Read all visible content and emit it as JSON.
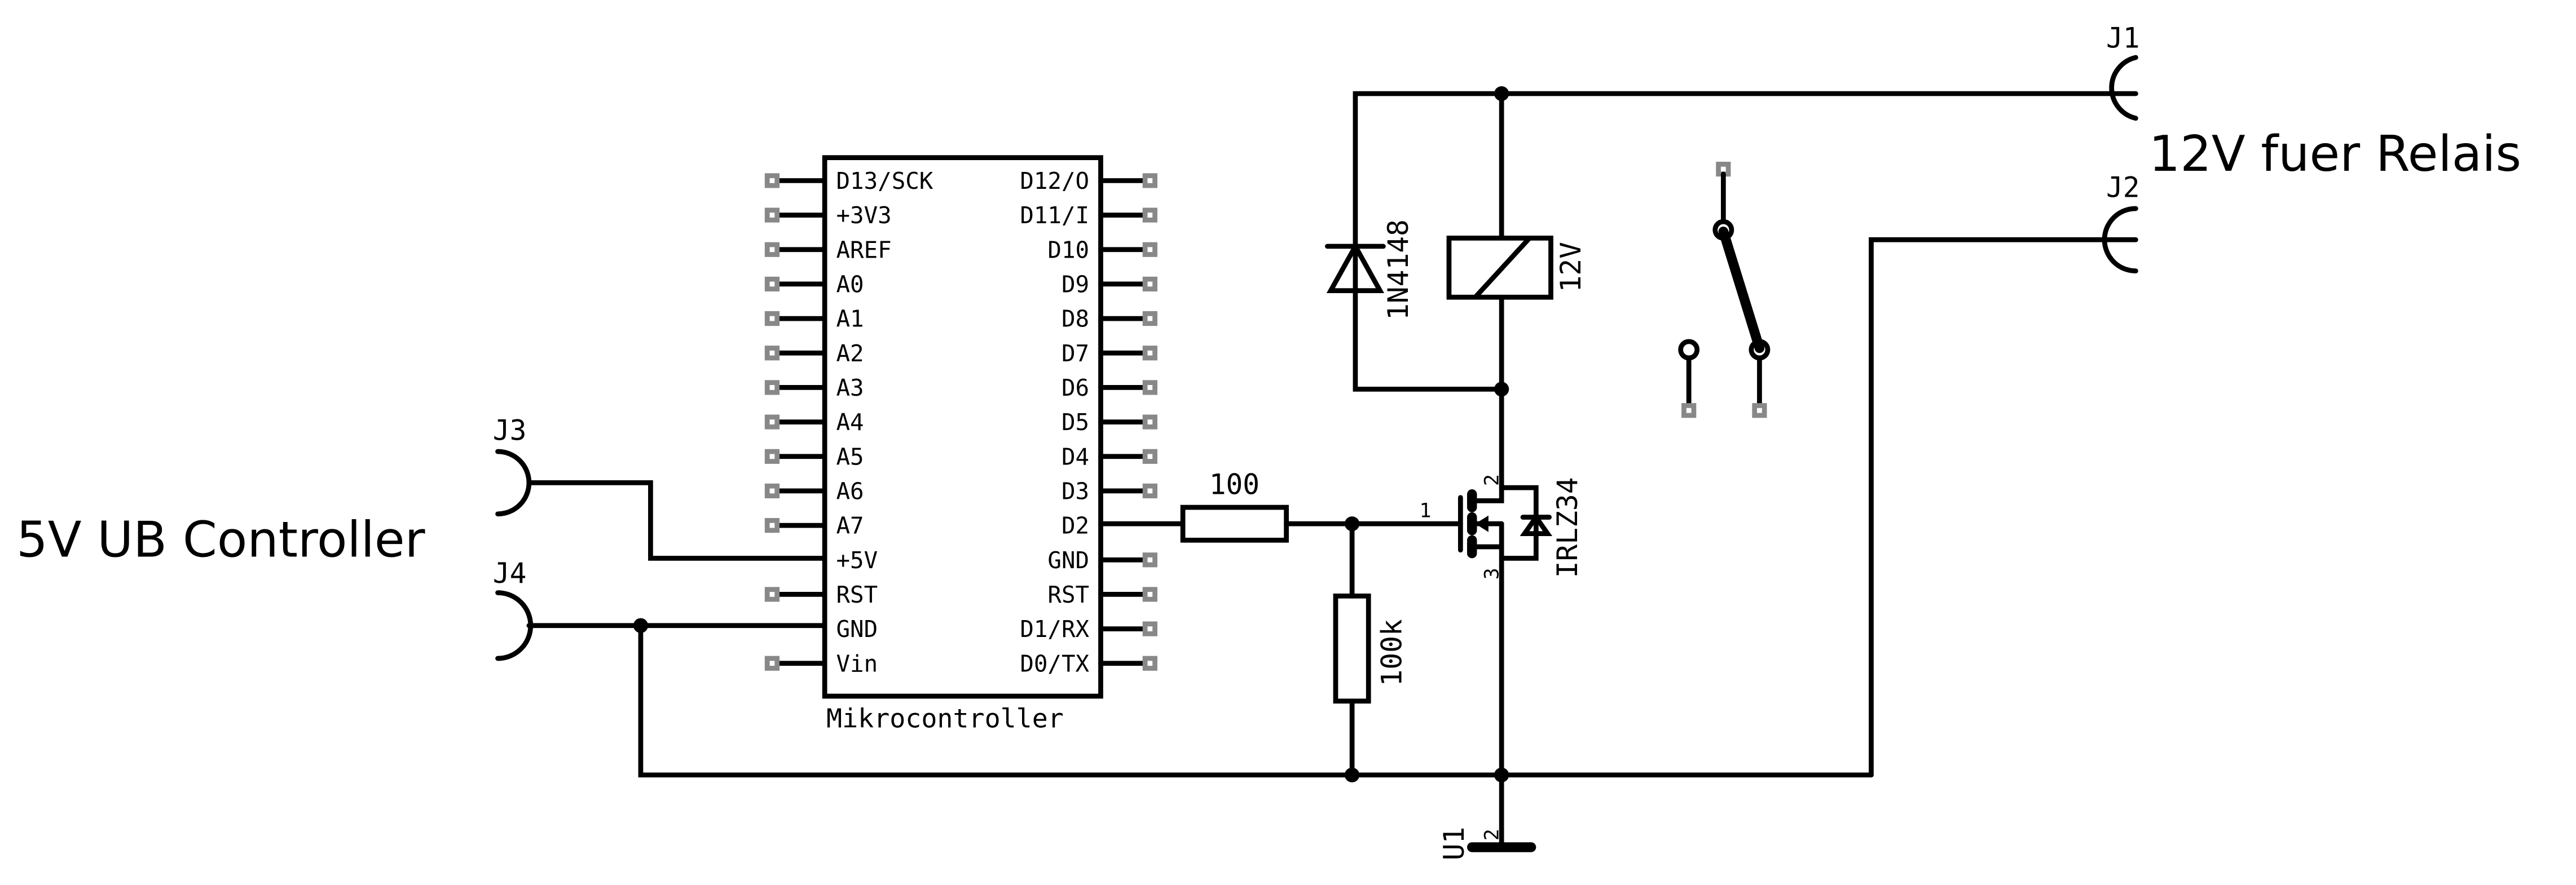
{
  "labels": {
    "supply_12v": "12V fuer Relais",
    "supply_5v": "5V UB Controller",
    "mcu_name": "Mikrocontroller",
    "resistor_gate": "100",
    "resistor_pulldown": "100k",
    "diode": "1N4148",
    "relay": "12V",
    "mosfet": "IRLZ34",
    "ground": "U1",
    "ground_pin": "2",
    "mosfet_pin_gate": "1",
    "mosfet_pin_drain": "2",
    "mosfet_pin_source": "3"
  },
  "connectors": {
    "j1": "J1",
    "j2": "J2",
    "j3": "J3",
    "j4": "J4"
  },
  "mcu": {
    "left_pins": [
      "D13/SCK",
      "+3V3",
      "AREF",
      "A0",
      "A1",
      "A2",
      "A3",
      "A4",
      "A5",
      "A6",
      "A7",
      "+5V",
      "RST",
      "GND",
      "Vin"
    ],
    "right_pins": [
      "D12/O",
      "D11/I",
      "D10",
      "D9",
      "D8",
      "D7",
      "D6",
      "D5",
      "D4",
      "D3",
      "D2",
      "GND",
      "RST",
      "D1/RX",
      "D0/TX"
    ]
  }
}
